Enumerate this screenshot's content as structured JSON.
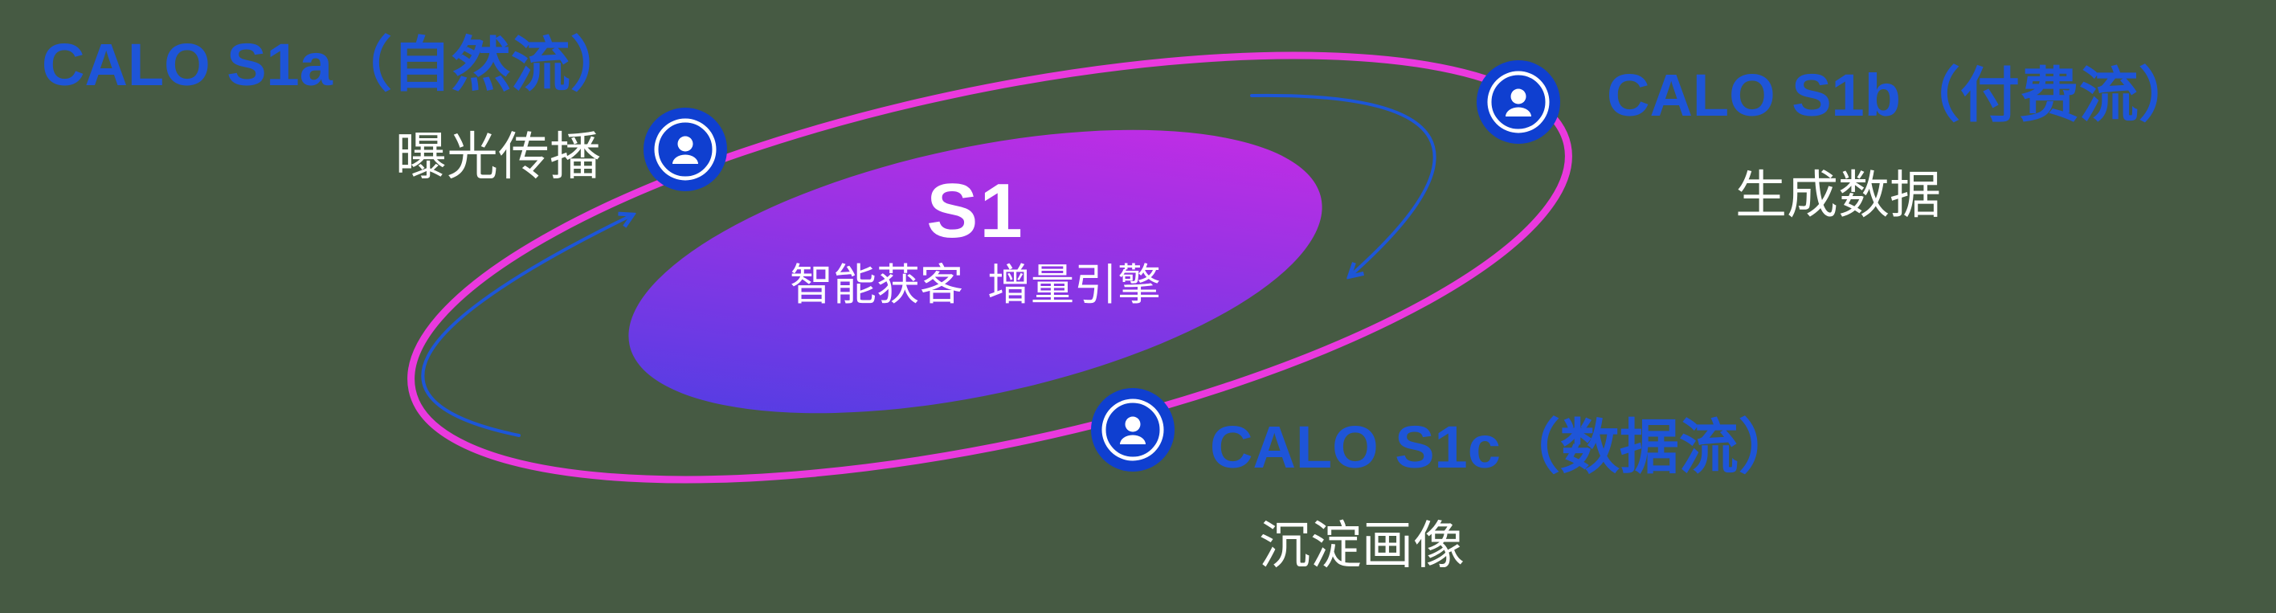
{
  "core": {
    "title": "S1",
    "subtitle": "智能获客  增量引擎"
  },
  "nodes": {
    "s1a": {
      "title": "CALO S1a（自然流）",
      "subtitle": "曝光传播"
    },
    "s1b": {
      "title": "CALO S1b（付费流）",
      "subtitle": "生成数据"
    },
    "s1c": {
      "title": "CALO S1c（数据流）",
      "subtitle": "沉淀画像"
    }
  },
  "icons": {
    "node_icon": "user-in-circle-icon"
  },
  "css_vars": {
    "bg-color": "#465a43",
    "title-color": "#1e55d8",
    "subtitle-color": "#ffffff",
    "orbit-color": "#ea39de",
    "arrow-color": "#1d56d8",
    "icon-bg-color": "#0f3fd0",
    "icon-fg-color": "#ffffff",
    "core-gradient-start": "#4340e3",
    "core-gradient-end": "#d32ae5",
    "core-text-color": "#ffffff"
  }
}
